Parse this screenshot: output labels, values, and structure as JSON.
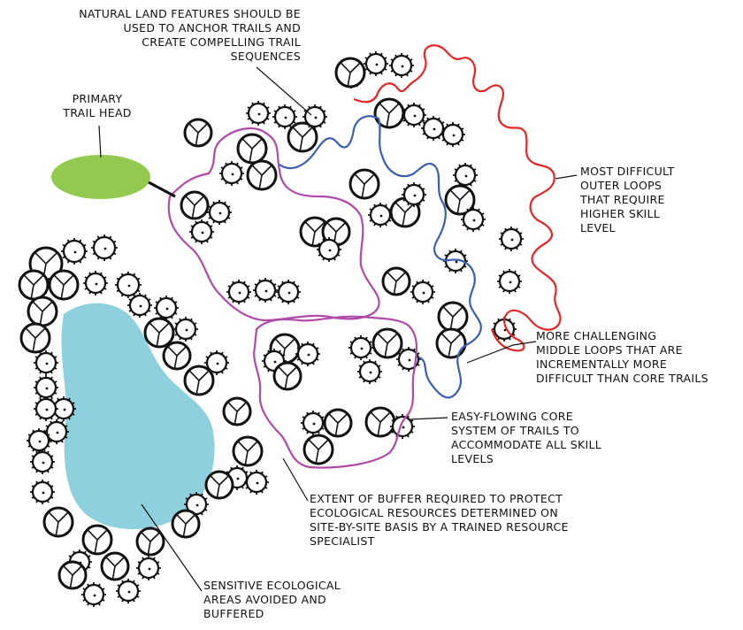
{
  "labels": {
    "natural_features": "NATURAL LAND FEATURES SHOULD BE\nUSED TO ANCHOR TRAILS AND\nCREATE COMPELLING TRAIL\nSEQUENCES",
    "trail_head": "PRIMARY\nTRAIL HEAD",
    "outer_loops": "MOST DIFFICULT\nOUTER LOOPS\nTHAT REQUIRE\nHIGHER SKILL\nLEVEL",
    "middle_loops": "MORE CHALLENGING\nMIDDLE LOOPS THAT ARE\nINCREMENTALLY MORE\nDIFFICULT THAN CORE TRAILS",
    "core_trails": "EASY-FLOWING CORE\nSYSTEM OF TRAILS TO\nACCOMMODATE ALL SKILL\nLEVELS",
    "buffer": "EXTENT OF BUFFER REQUIRED TO PROTECT\nECOLOGICAL RESOURCES DETERMINED ON\nSITE-BY-SITE BASIS BY A TRAINED RESOURCE\nSPECIALIST",
    "sensitive_areas": "SENSITIVE ECOLOGICAL\nAREAS AVOIDED AND\nBUFFERED"
  },
  "colors": {
    "core_loop": "#b04aa8",
    "middle_loop": "#3a5fb0",
    "outer_loop": "#e42626",
    "trail_head": "#93c94f",
    "water": "#8fd0de",
    "ink": "#111111"
  }
}
